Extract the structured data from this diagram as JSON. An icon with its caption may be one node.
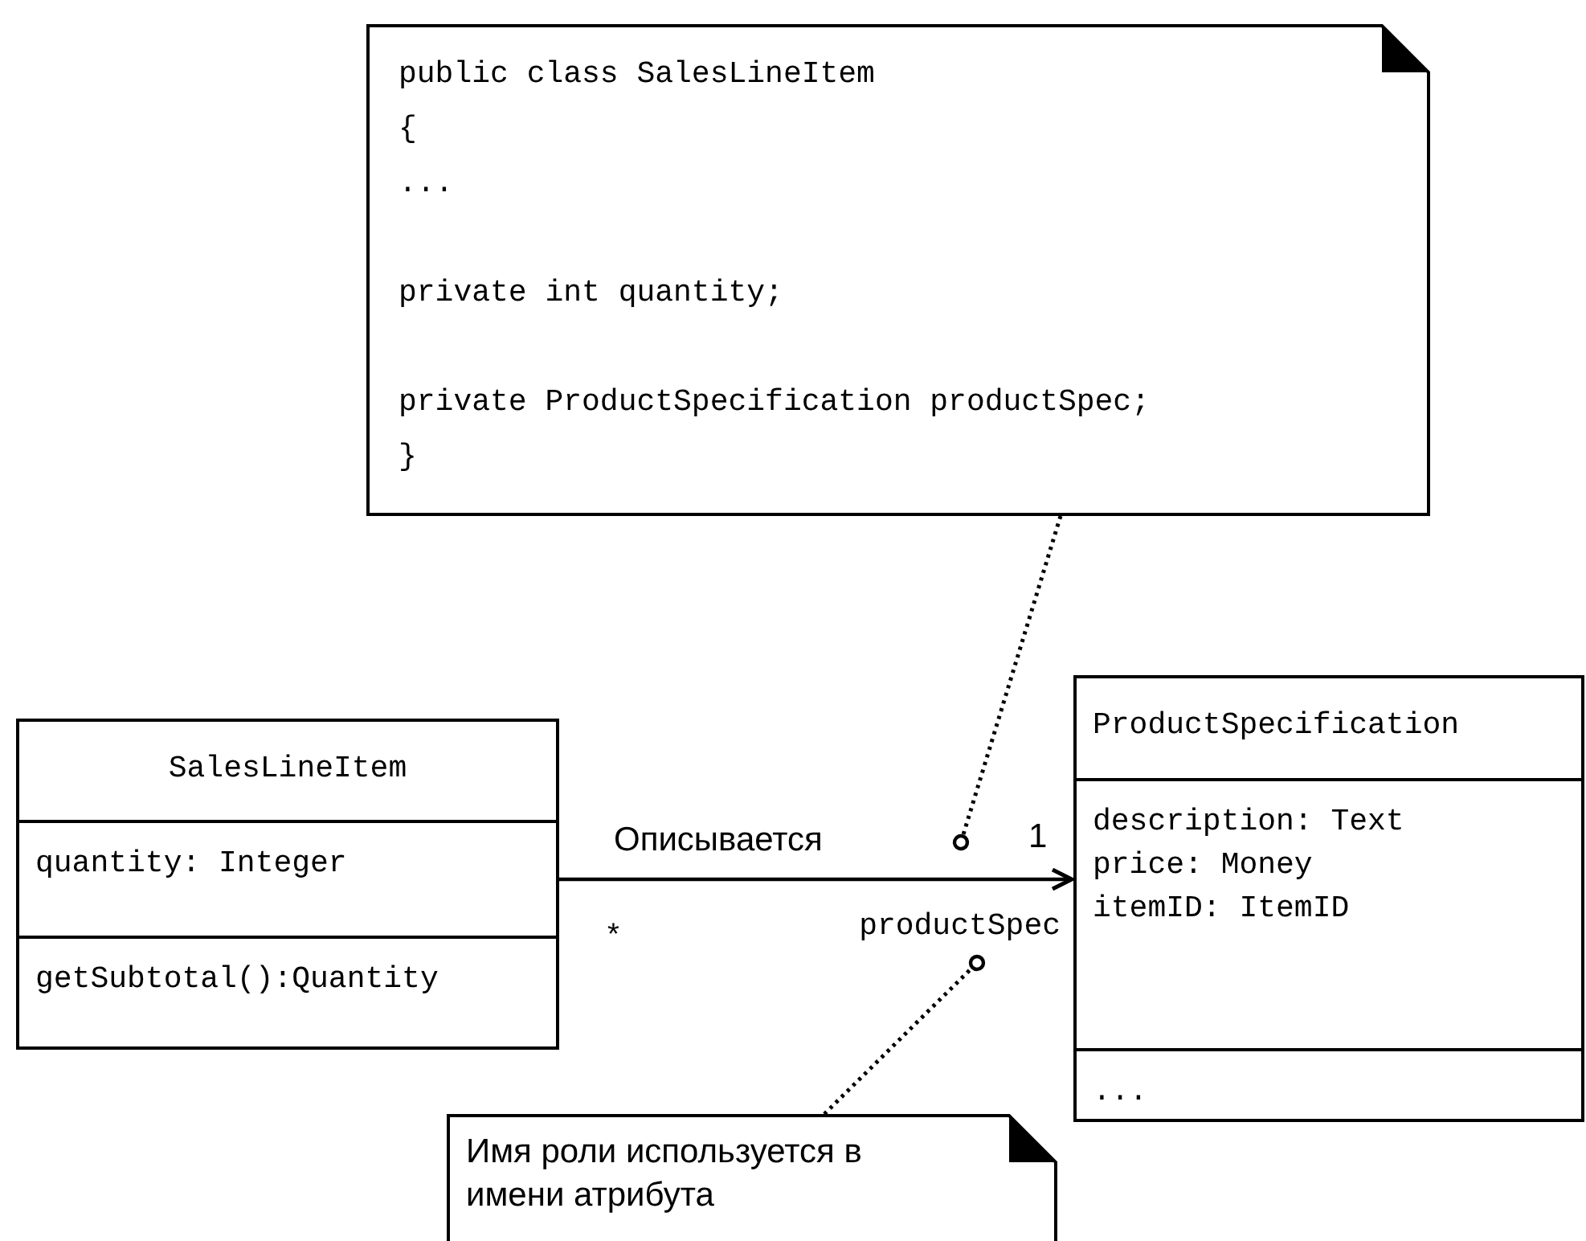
{
  "diagram": {
    "nodes": [
      {
        "text": [
          "public class SalesLineItem",
          "{",
          "...",
          "private int quantity;",
          "private ProductSpecification productSpec;",
          "}"
        ]
      },
      {
        "text": [
          "SalesLineItem",
          "quantity: Integer",
          "getSubtotal():Quantity"
        ]
      },
      {
        "text": [
          "ProductSpecification",
          "description: Text",
          "price: Money",
          "itemID: ItemID",
          "..."
        ]
      },
      {
        "text": [
          "Имя роли используется в имени атрибута"
        ]
      },
      {
        "text": [
          "productSpec"
        ]
      }
    ],
    "edges": [
      {
        "from": 1,
        "to": 2,
        "arrow": "to",
        "label": "Описывается"
      },
      {
        "from": 0,
        "to": null,
        "arrow": "other",
        "style": "dashed"
      },
      {
        "from": 3,
        "to": 4,
        "arrow": "other",
        "style": "dashed"
      }
    ],
    "labels": [
      "1",
      "*"
    ]
  }
}
